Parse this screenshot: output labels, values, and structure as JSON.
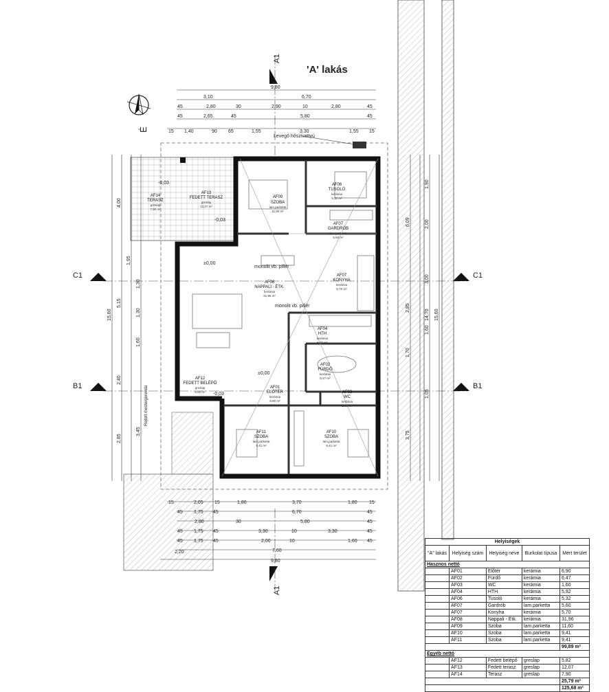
{
  "title": "'A' lakás",
  "north_symbol": "É",
  "axes": {
    "a1_top": "A1",
    "a1_bottom": "A1",
    "b1_left": "B1",
    "b1_right": "B1",
    "c1_left": "C1",
    "c1_right": "C1"
  },
  "annotations": {
    "air_outlet": "Levegő hőszivattyú",
    "pillar_1": "monolit vb. pillér",
    "pillar_2": "monolit vb. pillér",
    "hidden_gutter": "Rejtett mestergerenda",
    "level_0": "±0,00",
    "level_1": "±0,00",
    "level_2": "-0,03",
    "level_3": "-0,03",
    "level_4": "-0,03"
  },
  "top_dims": {
    "row1": [
      "9,80"
    ],
    "row2": [
      "3,10",
      "6,70"
    ],
    "row3": [
      "45",
      "2,80",
      "30",
      "2,90",
      "10",
      "2,80",
      "45"
    ],
    "row4": [
      "45",
      "2,65",
      "45",
      "5,80",
      "45"
    ],
    "row5": [
      "15",
      "1,40",
      "90",
      "65",
      "1,55",
      "3,30",
      "1,55",
      "15"
    ]
  },
  "bottom_dims": {
    "row1": [
      "15",
      "2,05",
      "15",
      "1,80",
      "3,70",
      "1,80",
      "15"
    ],
    "row2": [
      "45",
      "1,75",
      "45",
      "6,70",
      "45"
    ],
    "row3": [
      "2,80",
      "30",
      "5,80",
      "45"
    ],
    "row4": [
      "45",
      "1,75",
      "45",
      "3,30",
      "10",
      "3,30",
      "45"
    ],
    "row5": [
      "45",
      "1,75",
      "45",
      "2,00",
      "10",
      "1,60",
      "45"
    ],
    "row6": [
      "7,60"
    ],
    "row7": [
      "2,20",
      "9,80"
    ]
  },
  "left_dims": [
    "15,60",
    "4,00",
    "5,15",
    "1,95",
    "1,30",
    "1,30",
    "1,60",
    "2,40",
    "2,85",
    "3,45"
  ],
  "right_dims": [
    "15,60",
    "14,70",
    "6,09",
    "1,90",
    "2,00",
    "3,00",
    "2,85",
    "1,60",
    "1,70",
    "1,05",
    "3,75"
  ],
  "rooms": [
    {
      "code": "AF09",
      "name": "SZOBA",
      "floor": "lam.parketta",
      "area": "11,60 m²"
    },
    {
      "code": "AF06",
      "name": "TUSOLÓ",
      "floor": "kerámia",
      "area": "5,32 m²"
    },
    {
      "code": "AF07",
      "name": "GARDRÓB",
      "floor": "lam.parketta",
      "area": "5,60 m²"
    },
    {
      "code": "AF07",
      "name": "KONYHA",
      "floor": "kerámia",
      "area": "5,70 m²"
    },
    {
      "code": "AF08",
      "name": "NAPPALI - ÉTK.",
      "floor": "kerámia",
      "area": "31,96 m²"
    },
    {
      "code": "AF04",
      "name": "HTH",
      "floor": "kerámia",
      "area": "5,92 m²"
    },
    {
      "code": "AF02",
      "name": "FÜRDŐ",
      "floor": "kerámia",
      "area": "6,47 m²"
    },
    {
      "code": "AF03",
      "name": "WC",
      "floor": "kerámia",
      "area": "1,60 m²"
    },
    {
      "code": "AF01",
      "name": "ELŐTÉR",
      "floor": "kerámia",
      "area": "6,90 m²"
    },
    {
      "code": "AF11",
      "name": "SZOBA",
      "floor": "lam.parketta",
      "area": "9,41 m²"
    },
    {
      "code": "AF10",
      "name": "SZOBA",
      "floor": "lam.parketta",
      "area": "9,41 m²"
    },
    {
      "code": "AF12",
      "name": "FEDETT BELÉPŐ",
      "floor": "greslap",
      "area": "5,82 m²"
    },
    {
      "code": "AF13",
      "name": "FEDETT TERASZ",
      "floor": "greslap",
      "area": "12,07 m²"
    },
    {
      "code": "AF14",
      "name": "TERASZ",
      "floor": "greslap",
      "area": "7,90 m²"
    }
  ],
  "table": {
    "title": "Helyiségek",
    "corner": "\"A\" lakás",
    "headers": [
      "Helyiség szám",
      "Helyiség neve",
      "Burkolat típusa",
      "Mért terület"
    ],
    "section1": "Hasznos nettó",
    "rows1": [
      [
        "AF01",
        "Előtér",
        "kerámia",
        "6,90"
      ],
      [
        "AF02",
        "Fürdő",
        "kerámia",
        "6,47"
      ],
      [
        "AF03",
        "WC",
        "kerámia",
        "1,60"
      ],
      [
        "AF04",
        "HTH",
        "kerámia",
        "5,92"
      ],
      [
        "AF06",
        "Tusoló",
        "kerámia",
        "5,32"
      ],
      [
        "AF07",
        "Gardrób",
        "lam.parketta",
        "5,60"
      ],
      [
        "AF07",
        "Konyha",
        "kerámia",
        "5,70"
      ],
      [
        "AF08",
        "Nappali - Étk.",
        "kerámia",
        "31,96"
      ],
      [
        "AF09",
        "Szoba",
        "lam.parketta",
        "11,60"
      ],
      [
        "AF10",
        "Szoba",
        "lam.parketta",
        "9,41"
      ],
      [
        "AF11",
        "Szoba",
        "lam.parketta",
        "9,41"
      ]
    ],
    "total1": "99,89 m²",
    "section2": "Egyéb nettó",
    "rows2": [
      [
        "AF12",
        "Fedett belépő",
        "greslap",
        "5,82"
      ],
      [
        "AF13",
        "Fedett terasz",
        "greslap",
        "12,07"
      ],
      [
        "AF14",
        "Terasz",
        "greslap",
        "7,90"
      ]
    ],
    "total2": "25,79 m²",
    "grand_total": "125,68 m²"
  }
}
